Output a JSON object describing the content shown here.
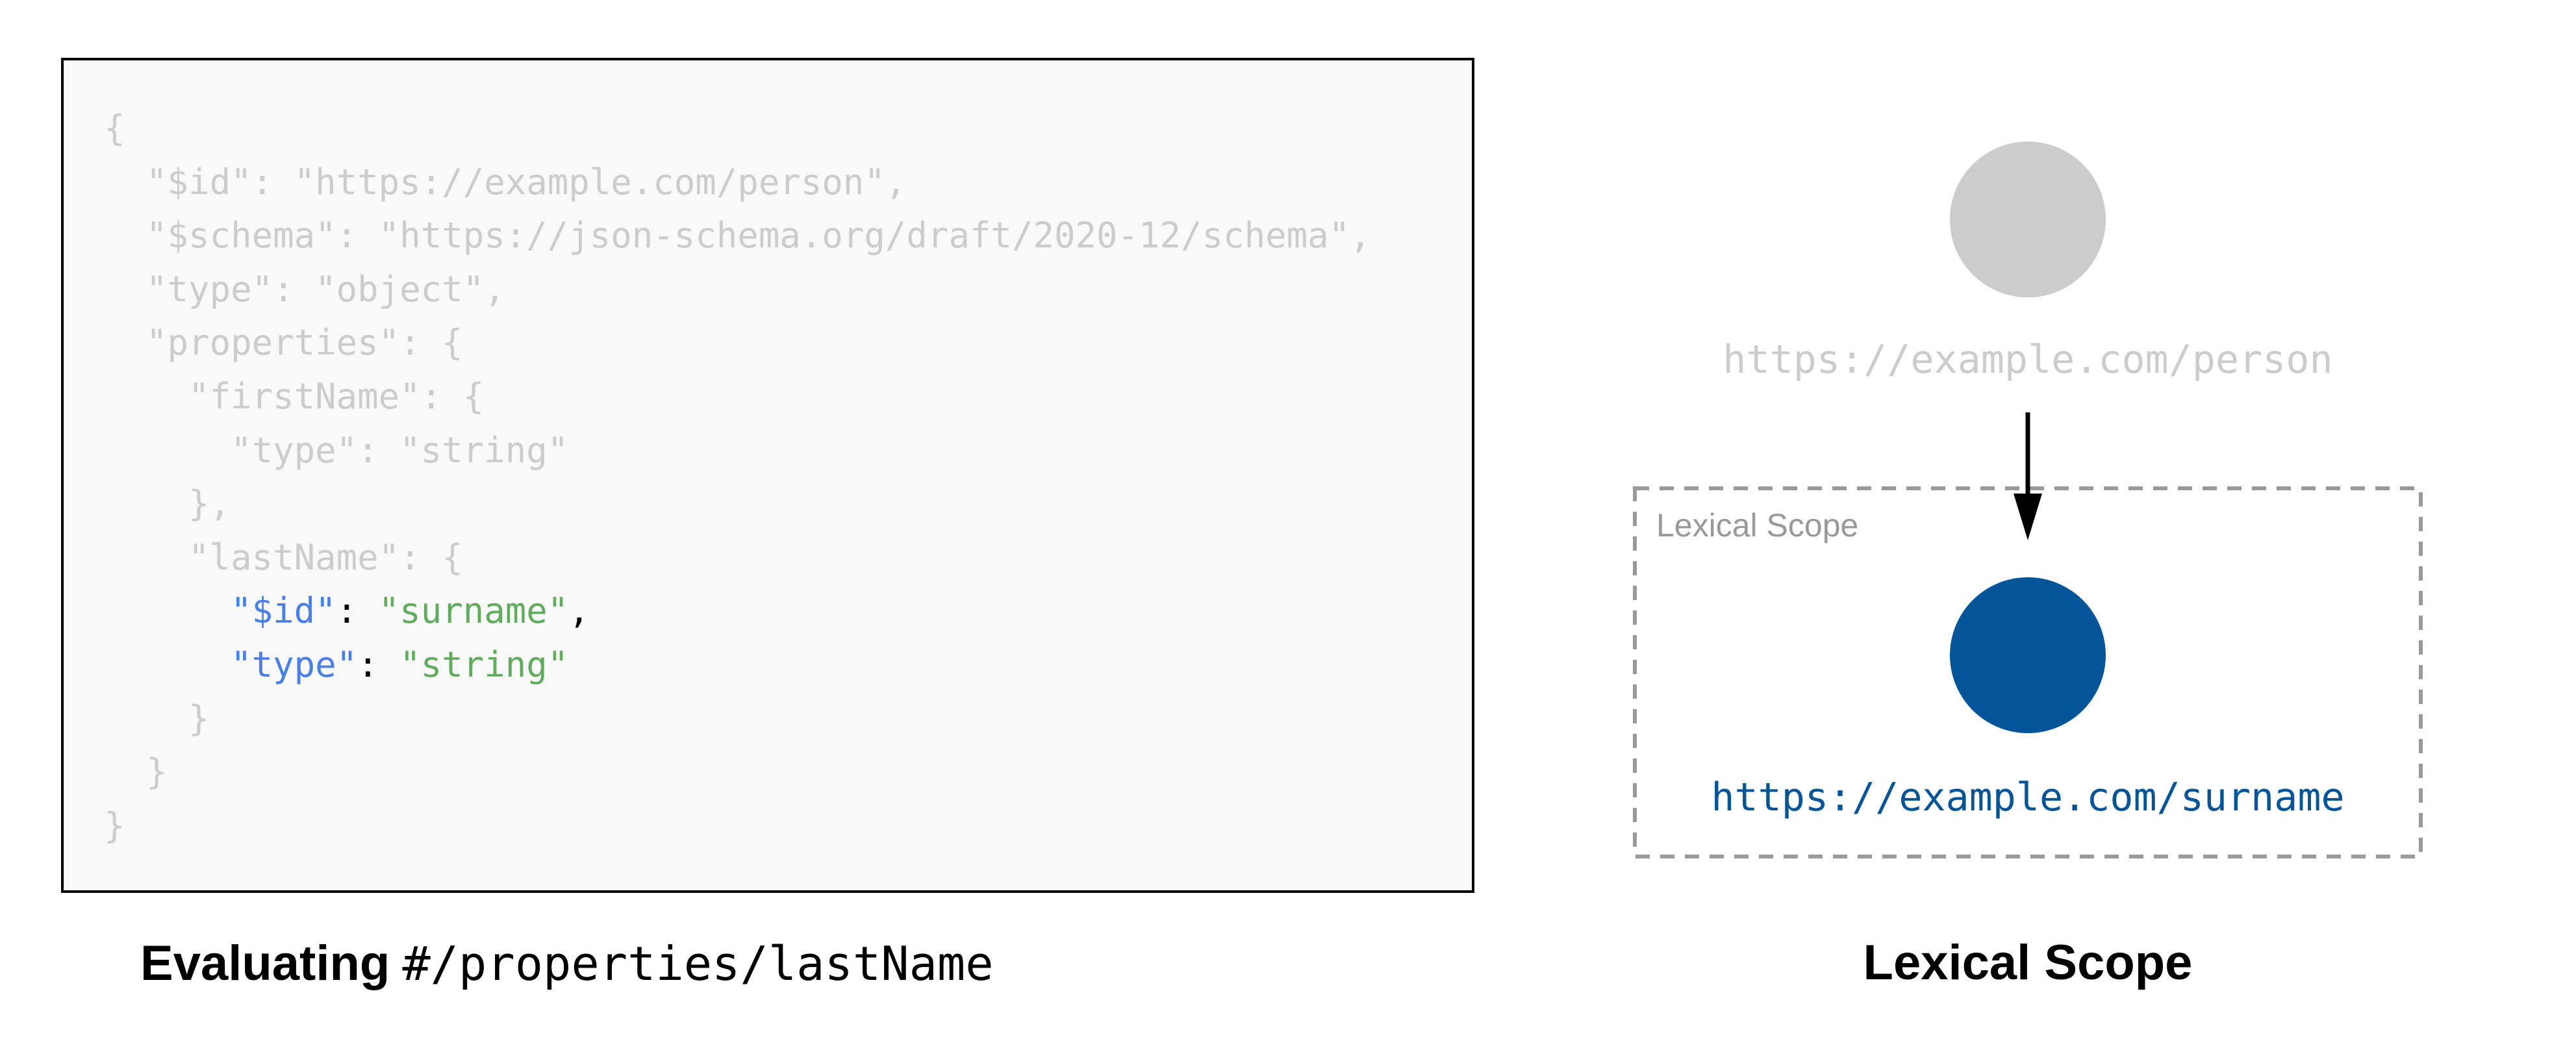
{
  "code": {
    "lines": [
      {
        "indent": "",
        "parts": [
          {
            "t": "{",
            "c": "dim"
          }
        ]
      },
      {
        "indent": "  ",
        "parts": [
          {
            "t": "\"$id\": \"https://example.com/person\",",
            "c": "dim"
          }
        ]
      },
      {
        "indent": "  ",
        "parts": [
          {
            "t": "\"$schema\": \"https://json-schema.org/draft/2020-12/schema\",",
            "c": "dim"
          }
        ]
      },
      {
        "indent": "  ",
        "parts": [
          {
            "t": "\"type\": \"object\",",
            "c": "dim"
          }
        ]
      },
      {
        "indent": "  ",
        "parts": [
          {
            "t": "\"properties\": {",
            "c": "dim"
          }
        ]
      },
      {
        "indent": "    ",
        "parts": [
          {
            "t": "\"firstName\": {",
            "c": "dim"
          }
        ]
      },
      {
        "indent": "      ",
        "parts": [
          {
            "t": "\"type\": \"string\"",
            "c": "dim"
          }
        ]
      },
      {
        "indent": "    ",
        "parts": [
          {
            "t": "},",
            "c": "dim"
          }
        ]
      },
      {
        "indent": "    ",
        "parts": [
          {
            "t": "\"lastName\": {",
            "c": "dim"
          }
        ]
      },
      {
        "indent": "      ",
        "parts": [
          {
            "t": "\"$id\"",
            "c": "k"
          },
          {
            "t": ": ",
            "c": "p"
          },
          {
            "t": "\"surname\"",
            "c": "s"
          },
          {
            "t": ",",
            "c": "p"
          }
        ]
      },
      {
        "indent": "      ",
        "parts": [
          {
            "t": "\"type\"",
            "c": "k"
          },
          {
            "t": ": ",
            "c": "p"
          },
          {
            "t": "\"string\"",
            "c": "s"
          }
        ]
      },
      {
        "indent": "    ",
        "parts": [
          {
            "t": "}",
            "c": "dim"
          }
        ]
      },
      {
        "indent": "  ",
        "parts": [
          {
            "t": "}",
            "c": "dim"
          }
        ]
      },
      {
        "indent": "",
        "parts": [
          {
            "t": "}",
            "c": "dim"
          }
        ]
      }
    ]
  },
  "caption": {
    "bold": "Evaluating",
    "path": "#/properties/lastName"
  },
  "diagram": {
    "parent_uri": "https://example.com/person",
    "scope_label": "Lexical Scope",
    "child_uri": "https://example.com/surname",
    "title": "Lexical Scope",
    "colors": {
      "parent": "#cccccc",
      "child": "#045597",
      "scope_border": "#999999",
      "key": "#4a7fe8",
      "string": "#63ab5e"
    }
  }
}
